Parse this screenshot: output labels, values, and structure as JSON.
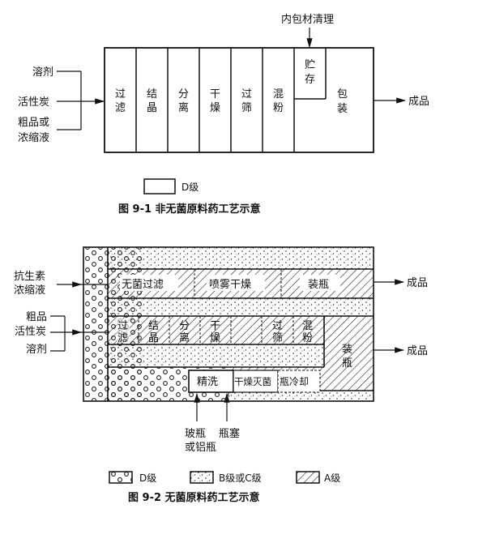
{
  "figure1": {
    "inputs": [
      "溶剂",
      "活性炭",
      "粗品或",
      "浓缩液"
    ],
    "steps": [
      "过滤",
      "结晶",
      "分离",
      "干燥",
      "过筛",
      "混粉"
    ],
    "storage": "贮存",
    "packing": "包装",
    "top_input": "内包材清理",
    "output": "成品",
    "legend_label": "D级",
    "caption": "图 9-1   非无菌原料药工艺示意"
  },
  "figure2": {
    "input_a_line1": "抗生素",
    "input_a_line2": "浓缩液",
    "input_b": [
      "粗品",
      "活性炭",
      "溶剂"
    ],
    "row1_steps": [
      "无菌过滤",
      "喷雾干燥",
      "装瓶"
    ],
    "row2_steps": [
      "过滤",
      "结晶",
      "分离",
      "干燥",
      "过筛",
      "混粉"
    ],
    "row2_fill": "装瓶",
    "bottom_steps": [
      "精洗",
      "干燥灭菌",
      "瓶冷却"
    ],
    "bottom_inputs": [
      "玻瓶",
      "或铝瓶",
      "瓶塞"
    ],
    "output": "成品",
    "legend": [
      "D级",
      "B级或C级",
      "A级"
    ],
    "caption": "图 9-2   无菌原料药工艺示意"
  }
}
